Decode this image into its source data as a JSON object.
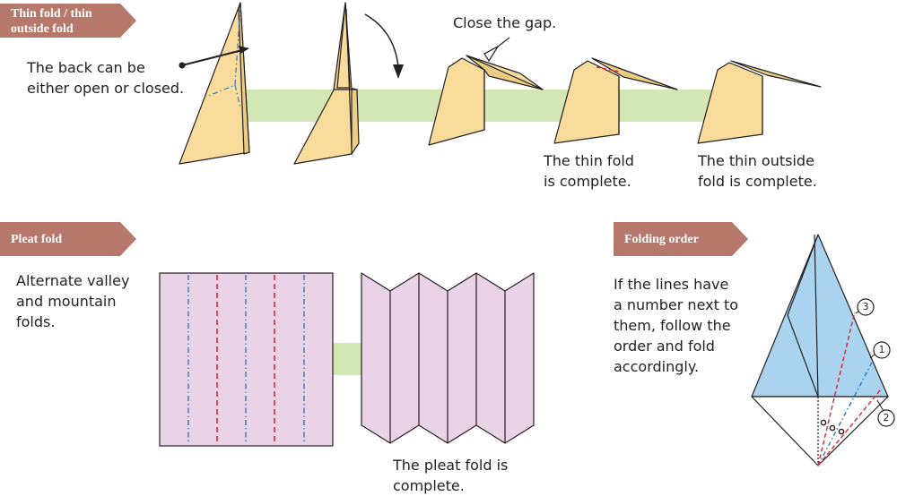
{
  "sections": {
    "thin_fold": {
      "title_line1": "Thin fold / thin",
      "title_line2": "outside fold",
      "back_note": "The back can be\neither open or closed.",
      "close_gap": "Close the gap.",
      "thin_complete": "The thin fold\nis complete.",
      "thin_outside_complete": "The thin outside\nfold is complete."
    },
    "pleat_fold": {
      "title": "Pleat fold",
      "description": "Alternate valley\nand mountain\nfolds.",
      "complete": "The pleat fold is\ncomplete."
    },
    "folding_order": {
      "title": "Folding order",
      "description": "If the lines have\na number next to\nthem, follow the\norder and fold\naccordingly.",
      "markers": [
        "3",
        "1",
        "2"
      ]
    }
  },
  "colors": {
    "tag": "#b5786a",
    "paper": "#f9dc9b",
    "paper_shade": "#eccb85",
    "band": "#d3e7b5",
    "pink": "#ead3e6",
    "blue": "#a9d3ee",
    "valley": "#d7262b",
    "mountain": "#2a7bbf"
  }
}
